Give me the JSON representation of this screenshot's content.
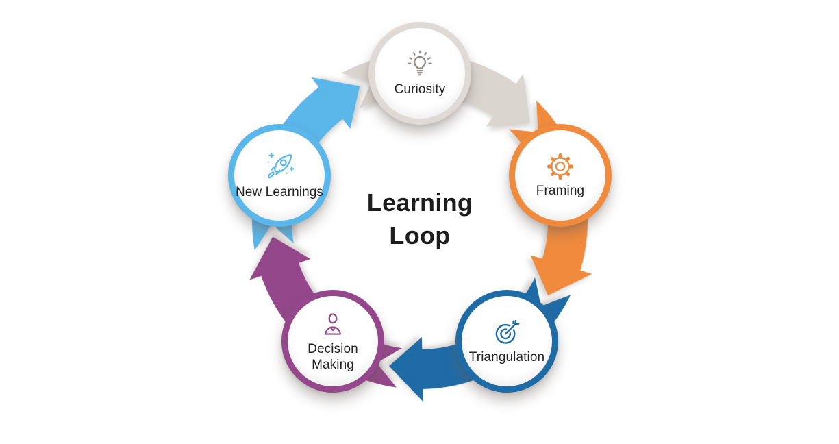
{
  "diagram": {
    "type": "cycle",
    "direction": "clockwise",
    "background": "#FFFFFF",
    "label_color": "#232323"
  },
  "title": {
    "text": "Learning Loop",
    "lines": [
      "Learning",
      "Loop"
    ],
    "color": "#1D1D1D"
  },
  "nodes": [
    {
      "id": "curiosity",
      "label": "Curiosity",
      "icon": "lightbulb-icon",
      "ring_color": "#DFDAD6",
      "icon_color": "#8F8981"
    },
    {
      "id": "framing",
      "label": "Framing",
      "icon": "gear-icon",
      "ring_color": "#EF8B3E",
      "icon_color": "#EF8B3E"
    },
    {
      "id": "triangulation",
      "label": "Triangulation",
      "icon": "target-dart-icon",
      "ring_color": "#1F6BA6",
      "icon_color": "#1F6BA6"
    },
    {
      "id": "decision-making",
      "label": "Decision Making",
      "icon": "person-icon",
      "ring_color": "#94478B",
      "icon_color": "#94478B"
    },
    {
      "id": "new-learnings",
      "label": "New Learnings",
      "icon": "rocket-icon",
      "ring_color": "#5BB6E9",
      "icon_color": "#5BB6E9"
    }
  ],
  "arrows": [
    {
      "from": "Curiosity",
      "to": "Framing",
      "color": "#DBD5D0"
    },
    {
      "from": "Framing",
      "to": "Triangulation",
      "color": "#F08A3C"
    },
    {
      "from": "Triangulation",
      "to": "Decision Making",
      "color": "#1F6BA6"
    },
    {
      "from": "Decision Making",
      "to": "New Learnings",
      "color": "#94478B"
    },
    {
      "from": "New Learnings",
      "to": "Curiosity",
      "color": "#5BB6E9"
    }
  ]
}
